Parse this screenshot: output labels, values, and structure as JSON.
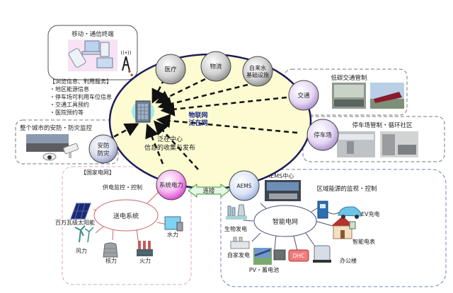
{
  "mobile": {
    "title": "移动・通信终端"
  },
  "services": {
    "heading": "【浏览信息、利用服务】",
    "items": [
      "・地区能源信息",
      "・停车场可利用车位信息",
      "・交通工具预约",
      "・医院预约等"
    ]
  },
  "center": {
    "line1": "泛在中心",
    "line2": "信息的收集与发布",
    "iot_line1": "物联网",
    "iot_line2": "泛在网"
  },
  "nodes": {
    "medical": "医疗",
    "logistics": "物流",
    "water_line1": "自来水",
    "water_line2": "基础设施",
    "traffic": "交通",
    "parking": "停车场",
    "security_line1": "安防",
    "security_line2": "防灾",
    "power": "系统电力",
    "aems": "AEMS"
  },
  "traffic_panel": {
    "title": "低碳交通管制"
  },
  "parking_panel": {
    "title": "停车场管制・循环社区"
  },
  "security_panel": {
    "title": "整个城市的安防・防灾监控"
  },
  "grid_panel": {
    "heading": "【国家电网】",
    "subtitle": "供电监控・控制",
    "hub": "送电系统",
    "sources": [
      "百万瓦级太阳能",
      "风力",
      "核力",
      "火力",
      "水力"
    ]
  },
  "link": {
    "label": "连接"
  },
  "smart_panel": {
    "center_title": "AEMS中心",
    "subtitle": "区域能源的监视・控制",
    "hub": "智能电网",
    "items": [
      "生物发电",
      "自家发电",
      "PV・蓄电池",
      "DHC",
      "办公楼",
      "智能电表",
      "EV充电"
    ]
  }
}
